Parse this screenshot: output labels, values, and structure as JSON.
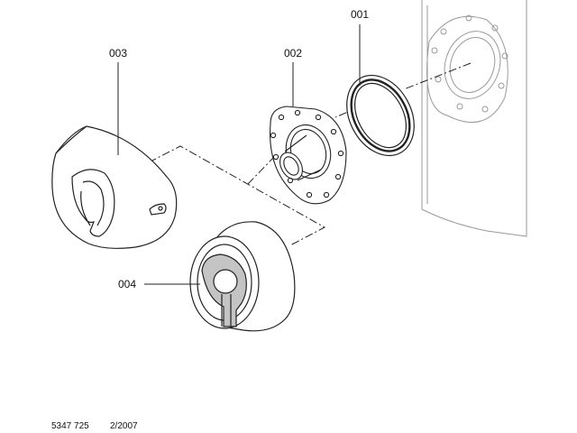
{
  "diagram": {
    "parts": [
      {
        "id": "part-001",
        "label": "001"
      },
      {
        "id": "part-002",
        "label": "002"
      },
      {
        "id": "part-003",
        "label": "003"
      },
      {
        "id": "part-004",
        "label": "004"
      }
    ]
  },
  "footer": {
    "doc_number": "5347 725",
    "date": "2/2007"
  },
  "colors": {
    "line": "#222222",
    "housing": "#9a9a9a",
    "insert_fill": "#c4c4c4"
  }
}
